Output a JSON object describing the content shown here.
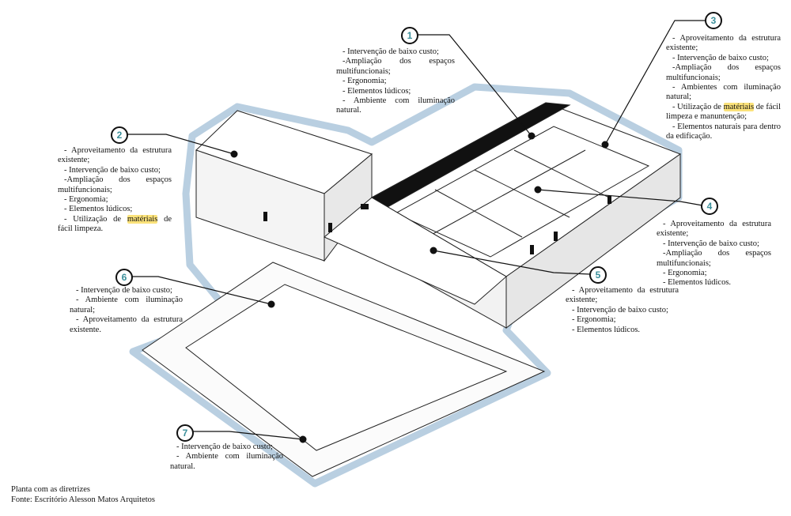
{
  "annotations": [
    {
      "number": "1",
      "lines": [
        "- Intervenção de baixo custo;",
        "-Ampliação dos espaços multifuncionais;",
        "- Ergonomia;",
        "- Elementos lúdicos;",
        "- Ambiente com iluminação natural."
      ]
    },
    {
      "number": "2",
      "lines": [
        "- Aproveitamento da estrutura existente;",
        "- Intervenção de baixo custo;",
        "-Ampliação dos espaços multifuncionais;",
        "- Ergonomia;",
        "- Elementos lúdicos;"
      ],
      "last_prefix": "- Utilização de ",
      "last_highlight": "matériais",
      "last_suffix": " de fácil limpeza."
    },
    {
      "number": "3",
      "lines": [
        "- Aproveitamento da estrutura existente;",
        "- Intervenção de baixo custo;",
        "-Ampliação dos espaços multifuncionais;",
        "- Ambientes com iluminação natural;"
      ],
      "mid_prefix": "- Utilização de ",
      "mid_highlight": "matériais",
      "mid_suffix": " de fácil limpeza e manuntenção;",
      "after": "- Elementos naturais para dentro da edificação."
    },
    {
      "number": "4",
      "lines": [
        "- Aproveitamento da estrutura existente;",
        "- Intervenção de baixo custo;",
        "-Ampliação dos espaços multifuncionais;",
        "- Ergonomia;",
        "- Elementos lúdicos."
      ]
    },
    {
      "number": "5",
      "lines": [
        "- Aproveitamento da estrutura existente;",
        "- Intervenção de baixo custo;",
        "- Ergonomia;",
        "- Elementos lúdicos."
      ]
    },
    {
      "number": "6",
      "lines": [
        "- Intervenção de baixo custo;",
        "- Ambiente com iluminação natural;",
        "- Aproveitamento da estrutura existente."
      ]
    },
    {
      "number": "7",
      "lines": [
        "- Intervenção de baixo custo;",
        "- Ambiente com iluminação natural."
      ]
    }
  ],
  "caption": {
    "title": "Planta com as diretrizes",
    "source": "Fonte: Escritório Alesson Matos Arquitetos"
  },
  "colors": {
    "badge_number": "#3a8f9a",
    "halo": "#b9cfe1",
    "highlight": "#fbe27a"
  }
}
